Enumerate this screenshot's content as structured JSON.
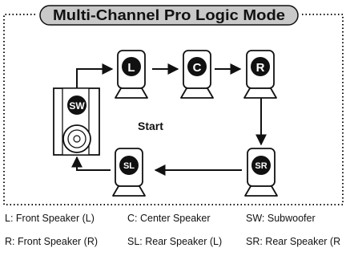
{
  "title": "Multi-Channel Pro Logic Mode",
  "start_label": "Start",
  "speakers": {
    "front_left": "L",
    "center": "C",
    "front_right": "R",
    "subwoofer": "SW",
    "rear_right": "SR",
    "rear_left": "SL"
  },
  "legend": {
    "l": "L: Front Speaker (L)",
    "c": "C: Center Speaker",
    "sw": "SW: Subwoofer",
    "r": "R: Front Speaker (R)",
    "sl": "SL: Rear Speaker (L)",
    "sr": "SR: Rear Speaker (R"
  },
  "colors": {
    "ink": "#111111",
    "title_bg": "#c9c9c9",
    "speaker_cabinet": "#ffffff"
  }
}
